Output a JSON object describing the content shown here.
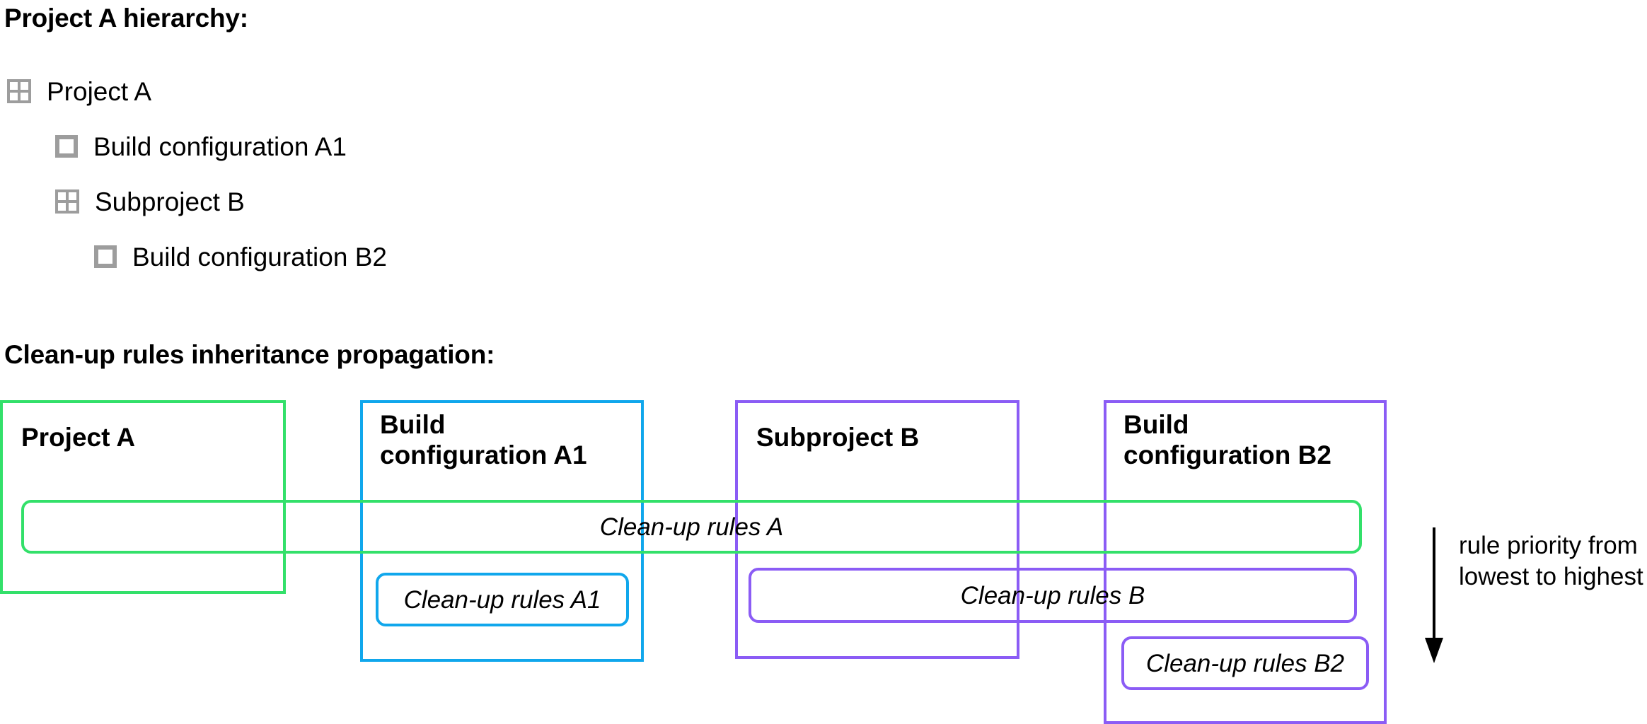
{
  "headings": {
    "hierarchy": "Project A hierarchy:",
    "propagation": "Clean-up rules inheritance propagation:"
  },
  "hierarchy": {
    "items": [
      {
        "label": "Project A",
        "icon": "project-grid-icon",
        "depth": 0
      },
      {
        "label": "Build configuration A1",
        "icon": "build-config-icon",
        "depth": 1
      },
      {
        "label": "Subproject B",
        "icon": "project-grid-icon",
        "depth": 1
      },
      {
        "label": "Build configuration B2",
        "icon": "build-config-icon",
        "depth": 2
      }
    ],
    "icon_color": "#9d9d9d"
  },
  "diagram": {
    "scopes": [
      {
        "title": "Project A",
        "color": "#33e06a"
      },
      {
        "title": "Build\nconfiguration A1",
        "color": "#10a7ec"
      },
      {
        "title": "Subproject B",
        "color": "#8b5cf5"
      },
      {
        "title": "Build\nconfiguration B2",
        "color": "#8b5cf5"
      }
    ],
    "rules": [
      {
        "label": "Clean-up rules A",
        "color": "#33e06a"
      },
      {
        "label": "Clean-up rules A1",
        "color": "#10a7ec"
      },
      {
        "label": "Clean-up rules B",
        "color": "#8b5cf5"
      },
      {
        "label": "Clean-up rules B2",
        "color": "#8b5cf5"
      }
    ],
    "priority_note": "rule priority from lowest to highest",
    "arrow_direction": "down"
  },
  "colors": {
    "green": "#33e06a",
    "blue": "#10a7ec",
    "purple": "#8b5cf5",
    "icon_gray": "#9d9d9d",
    "text": "#000000",
    "background": "#ffffff"
  }
}
